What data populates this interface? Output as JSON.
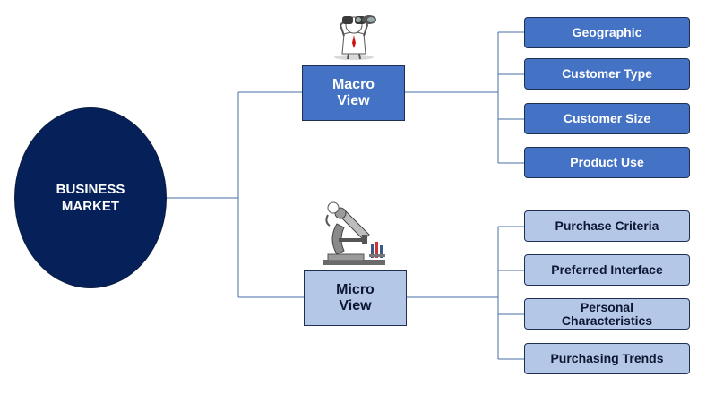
{
  "root": {
    "label_line1": "BUSINESS",
    "label_line2": "MARKET"
  },
  "macro": {
    "label_line1": "Macro",
    "label_line2": "View",
    "icon": "binoculars-person-icon",
    "items": [
      "Geographic",
      "Customer Type",
      "Customer Size",
      "Product Use"
    ]
  },
  "micro": {
    "label_line1": "Micro",
    "label_line2": "View",
    "icon": "microscope-icon",
    "items": [
      "Purchase Criteria",
      "Preferred Interface",
      "Personal Characteristics",
      "Purchasing Trends"
    ]
  },
  "colors": {
    "root_fill": "#06215a",
    "macro_fill": "#4472c4",
    "micro_fill": "#b4c7e7",
    "connector": "#4a6fa5"
  }
}
